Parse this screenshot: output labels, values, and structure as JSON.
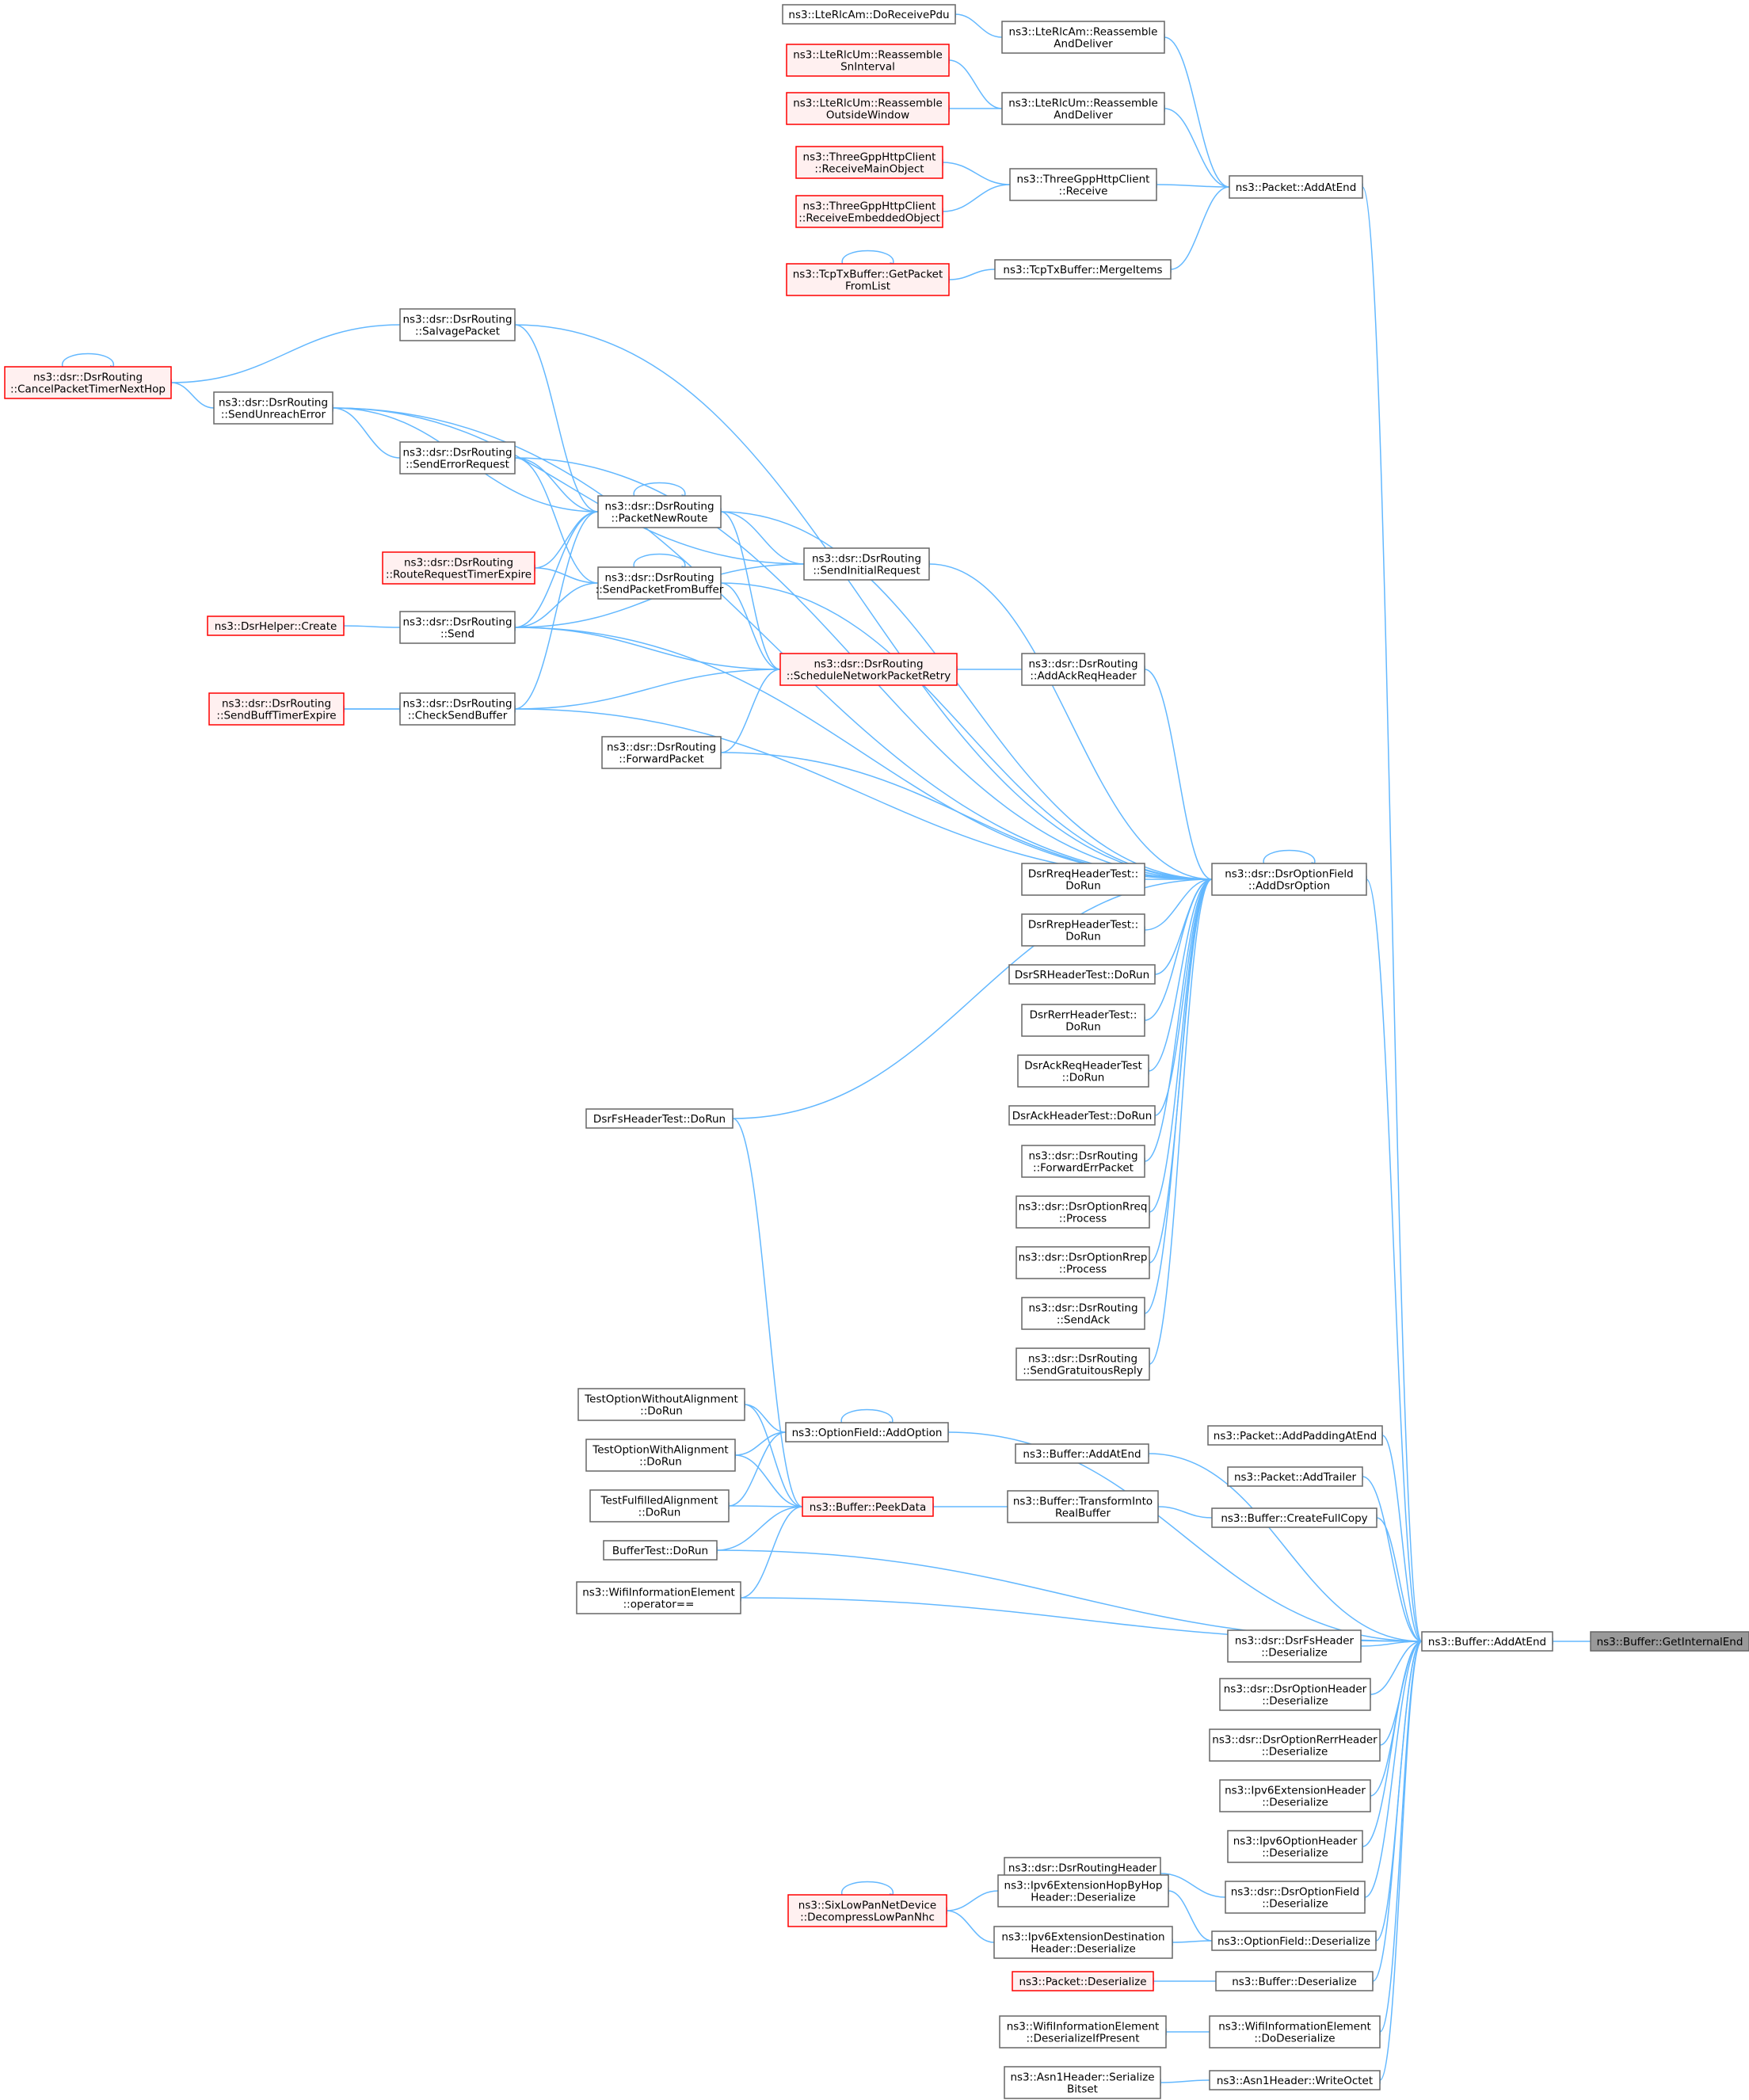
{
  "colors": {
    "edge": "#63b8ff",
    "node_border": "#666666",
    "node_fill": "#ffffff",
    "truncated_border": "#ff0000",
    "truncated_fill": "#fff0f0",
    "focus_fill": "#999999",
    "focus_border": "#666666"
  },
  "nodes": {
    "getinternalend": {
      "lines": [
        "ns3::Buffer::GetInternalEnd"
      ],
      "style": "focus"
    },
    "buffer_addatend": {
      "lines": [
        "ns3::Buffer::AddAtEnd"
      ],
      "style": "normal"
    },
    "packet_addatend": {
      "lines": [
        "ns3::Packet::AddAtEnd"
      ],
      "style": "normal"
    },
    "rlcam_reassemble": {
      "lines": [
        "ns3::LteRlcAm::Reassemble",
        "AndDeliver"
      ],
      "style": "normal"
    },
    "rlcam_doreceive": {
      "lines": [
        "ns3::LteRlcAm::DoReceivePdu"
      ],
      "style": "normal"
    },
    "rlcum_reassemble": {
      "lines": [
        "ns3::LteRlcUm::Reassemble",
        "AndDeliver"
      ],
      "style": "normal"
    },
    "rlcum_sninterval": {
      "lines": [
        "ns3::LteRlcUm::Reassemble",
        "SnInterval"
      ],
      "style": "truncated"
    },
    "rlcum_outside": {
      "lines": [
        "ns3::LteRlcUm::Reassemble",
        "OutsideWindow"
      ],
      "style": "truncated"
    },
    "http_receive": {
      "lines": [
        "ns3::ThreeGppHttpClient",
        "::Receive"
      ],
      "style": "normal"
    },
    "http_mainobj": {
      "lines": [
        "ns3::ThreeGppHttpClient",
        "::ReceiveMainObject"
      ],
      "style": "truncated"
    },
    "http_embedded": {
      "lines": [
        "ns3::ThreeGppHttpClient",
        "::ReceiveEmbeddedObject"
      ],
      "style": "truncated"
    },
    "tcp_merge": {
      "lines": [
        "ns3::TcpTxBuffer::MergeItems"
      ],
      "style": "normal"
    },
    "tcp_getpacket": {
      "lines": [
        "ns3::TcpTxBuffer::GetPacket",
        "FromList"
      ],
      "style": "truncated"
    },
    "dsr_salvage": {
      "lines": [
        "ns3::dsr::DsrRouting",
        "::SalvagePacket"
      ],
      "style": "normal"
    },
    "dsr_cancel": {
      "lines": [
        "ns3::dsr::DsrRouting",
        "::CancelPacketTimerNextHop"
      ],
      "style": "truncated"
    },
    "dsr_sendunreach": {
      "lines": [
        "ns3::dsr::DsrRouting",
        "::SendUnreachError"
      ],
      "style": "normal"
    },
    "dsr_senderrreq": {
      "lines": [
        "ns3::dsr::DsrRouting",
        "::SendErrorRequest"
      ],
      "style": "normal"
    },
    "dsr_newroute": {
      "lines": [
        "ns3::dsr::DsrRouting",
        "::PacketNewRoute"
      ],
      "style": "normal"
    },
    "dsr_routereqexp": {
      "lines": [
        "ns3::dsr::DsrRouting",
        "::RouteRequestTimerExpire"
      ],
      "style": "truncated"
    },
    "dsr_sendfrombuf": {
      "lines": [
        "ns3::dsr::DsrRouting",
        "::SendPacketFromBuffer"
      ],
      "style": "normal"
    },
    "dsr_sendinit": {
      "lines": [
        "ns3::dsr::DsrRouting",
        "::SendInitialRequest"
      ],
      "style": "normal"
    },
    "dsrhelper_create": {
      "lines": [
        "ns3::DsrHelper::Create"
      ],
      "style": "truncated"
    },
    "dsr_send": {
      "lines": [
        "ns3::dsr::DsrRouting",
        "::Send"
      ],
      "style": "normal"
    },
    "dsr_schedretry": {
      "lines": [
        "ns3::dsr::DsrRouting",
        "::ScheduleNetworkPacketRetry"
      ],
      "style": "truncated"
    },
    "dsr_addackreq": {
      "lines": [
        "ns3::dsr::DsrRouting",
        "::AddAckReqHeader"
      ],
      "style": "normal"
    },
    "dsr_buffexp": {
      "lines": [
        "ns3::dsr::DsrRouting",
        "::SendBuffTimerExpire"
      ],
      "style": "truncated"
    },
    "dsr_checksend": {
      "lines": [
        "ns3::dsr::DsrRouting",
        "::CheckSendBuffer"
      ],
      "style": "normal"
    },
    "dsr_forward": {
      "lines": [
        "ns3::dsr::DsrRouting",
        "::ForwardPacket"
      ],
      "style": "normal"
    },
    "dsropt_add": {
      "lines": [
        "ns3::dsr::DsrOptionField",
        "::AddDsrOption"
      ],
      "style": "normal"
    },
    "t_rreq": {
      "lines": [
        "DsrRreqHeaderTest::",
        "DoRun"
      ],
      "style": "normal"
    },
    "t_rrep": {
      "lines": [
        "DsrRrepHeaderTest::",
        "DoRun"
      ],
      "style": "normal"
    },
    "t_sr": {
      "lines": [
        "DsrSRHeaderTest::DoRun"
      ],
      "style": "normal"
    },
    "t_rerr": {
      "lines": [
        "DsrRerrHeaderTest::",
        "DoRun"
      ],
      "style": "normal"
    },
    "t_ackreq": {
      "lines": [
        "DsrAckReqHeaderTest",
        "::DoRun"
      ],
      "style": "normal"
    },
    "t_ack": {
      "lines": [
        "DsrAckHeaderTest::DoRun"
      ],
      "style": "normal"
    },
    "dsr_fwderr": {
      "lines": [
        "ns3::dsr::DsrRouting",
        "::ForwardErrPacket"
      ],
      "style": "normal"
    },
    "dsr_rreqproc": {
      "lines": [
        "ns3::dsr::DsrOptionRreq",
        "::Process"
      ],
      "style": "normal"
    },
    "dsr_rrepproc": {
      "lines": [
        "ns3::dsr::DsrOptionRrep",
        "::Process"
      ],
      "style": "normal"
    },
    "dsr_sendack": {
      "lines": [
        "ns3::dsr::DsrRouting",
        "::SendAck"
      ],
      "style": "normal"
    },
    "dsr_gratuitous": {
      "lines": [
        "ns3::dsr::DsrRouting",
        "::SendGratuitousReply"
      ],
      "style": "normal"
    },
    "t_fs": {
      "lines": [
        "DsrFsHeaderTest::DoRun"
      ],
      "style": "normal"
    },
    "t_withoutalign": {
      "lines": [
        "TestOptionWithoutAlignment",
        "::DoRun"
      ],
      "style": "normal"
    },
    "optfield_addopt": {
      "lines": [
        "ns3::OptionField::AddOption"
      ],
      "style": "normal"
    },
    "t_withalign": {
      "lines": [
        "TestOptionWithAlignment",
        "::DoRun"
      ],
      "style": "normal"
    },
    "t_fulfilled": {
      "lines": [
        "TestFulfilledAlignment",
        "::DoRun"
      ],
      "style": "normal"
    },
    "buffer_peek": {
      "lines": [
        "ns3::Buffer::PeekData"
      ],
      "style": "truncated"
    },
    "t_buffer": {
      "lines": [
        "BufferTest::DoRun"
      ],
      "style": "normal"
    },
    "wifi_eq": {
      "lines": [
        "ns3::WifiInformationElement",
        "::operator=="
      ],
      "style": "normal"
    },
    "buffer_addatend2": {
      "lines": [
        "ns3::Buffer::AddAtEnd"
      ],
      "style": "normal"
    },
    "buffer_transform": {
      "lines": [
        "ns3::Buffer::TransformInto",
        "RealBuffer"
      ],
      "style": "normal"
    },
    "packet_padding": {
      "lines": [
        "ns3::Packet::AddPaddingAtEnd"
      ],
      "style": "normal"
    },
    "packet_trailer": {
      "lines": [
        "ns3::Packet::AddTrailer"
      ],
      "style": "normal"
    },
    "buffer_fullcopy": {
      "lines": [
        "ns3::Buffer::CreateFullCopy"
      ],
      "style": "normal"
    },
    "fshdr_deser": {
      "lines": [
        "ns3::dsr::DsrFsHeader",
        "::Deserialize"
      ],
      "style": "normal"
    },
    "opthdr_deser": {
      "lines": [
        "ns3::dsr::DsrOptionHeader",
        "::Deserialize"
      ],
      "style": "normal"
    },
    "rerrhdr_deser": {
      "lines": [
        "ns3::dsr::DsrOptionRerrHeader",
        "::Deserialize"
      ],
      "style": "normal"
    },
    "ipv6ext_deser": {
      "lines": [
        "ns3::Ipv6ExtensionHeader",
        "::Deserialize"
      ],
      "style": "normal"
    },
    "ipv6opt_deser": {
      "lines": [
        "ns3::Ipv6OptionHeader",
        "::Deserialize"
      ],
      "style": "normal"
    },
    "dsrroutinghdr_deser": {
      "lines": [
        "ns3::dsr::DsrRoutingHeader",
        "::Deserialize"
      ],
      "style": "normal"
    },
    "dsroptfield_deser": {
      "lines": [
        "ns3::dsr::DsrOptionField",
        "::Deserialize"
      ],
      "style": "normal"
    },
    "hopbyhop_deser": {
      "lines": [
        "ns3::Ipv6ExtensionHopByHop",
        "Header::Deserialize"
      ],
      "style": "normal"
    },
    "sixlowpan": {
      "lines": [
        "ns3::SixLowPanNetDevice",
        "::DecompressLowPanNhc"
      ],
      "style": "truncated"
    },
    "optfield_deser": {
      "lines": [
        "ns3::OptionField::Deserialize"
      ],
      "style": "normal"
    },
    "dest_deser": {
      "lines": [
        "ns3::Ipv6ExtensionDestination",
        "Header::Deserialize"
      ],
      "style": "normal"
    },
    "packet_deser": {
      "lines": [
        "ns3::Packet::Deserialize"
      ],
      "style": "truncated"
    },
    "buffer_deser": {
      "lines": [
        "ns3::Buffer::Deserialize"
      ],
      "style": "normal"
    },
    "wifi_deserpresent": {
      "lines": [
        "ns3::WifiInformationElement",
        "::DeserializeIfPresent"
      ],
      "style": "normal"
    },
    "wifi_dodeser": {
      "lines": [
        "ns3::WifiInformationElement",
        "::DoDeserialize"
      ],
      "style": "normal"
    },
    "asn1_serbitset": {
      "lines": [
        "ns3::Asn1Header::Serialize",
        "Bitset"
      ],
      "style": "normal"
    },
    "asn1_writeoctet": {
      "lines": [
        "ns3::Asn1Header::WriteOctet"
      ],
      "style": "normal"
    }
  }
}
